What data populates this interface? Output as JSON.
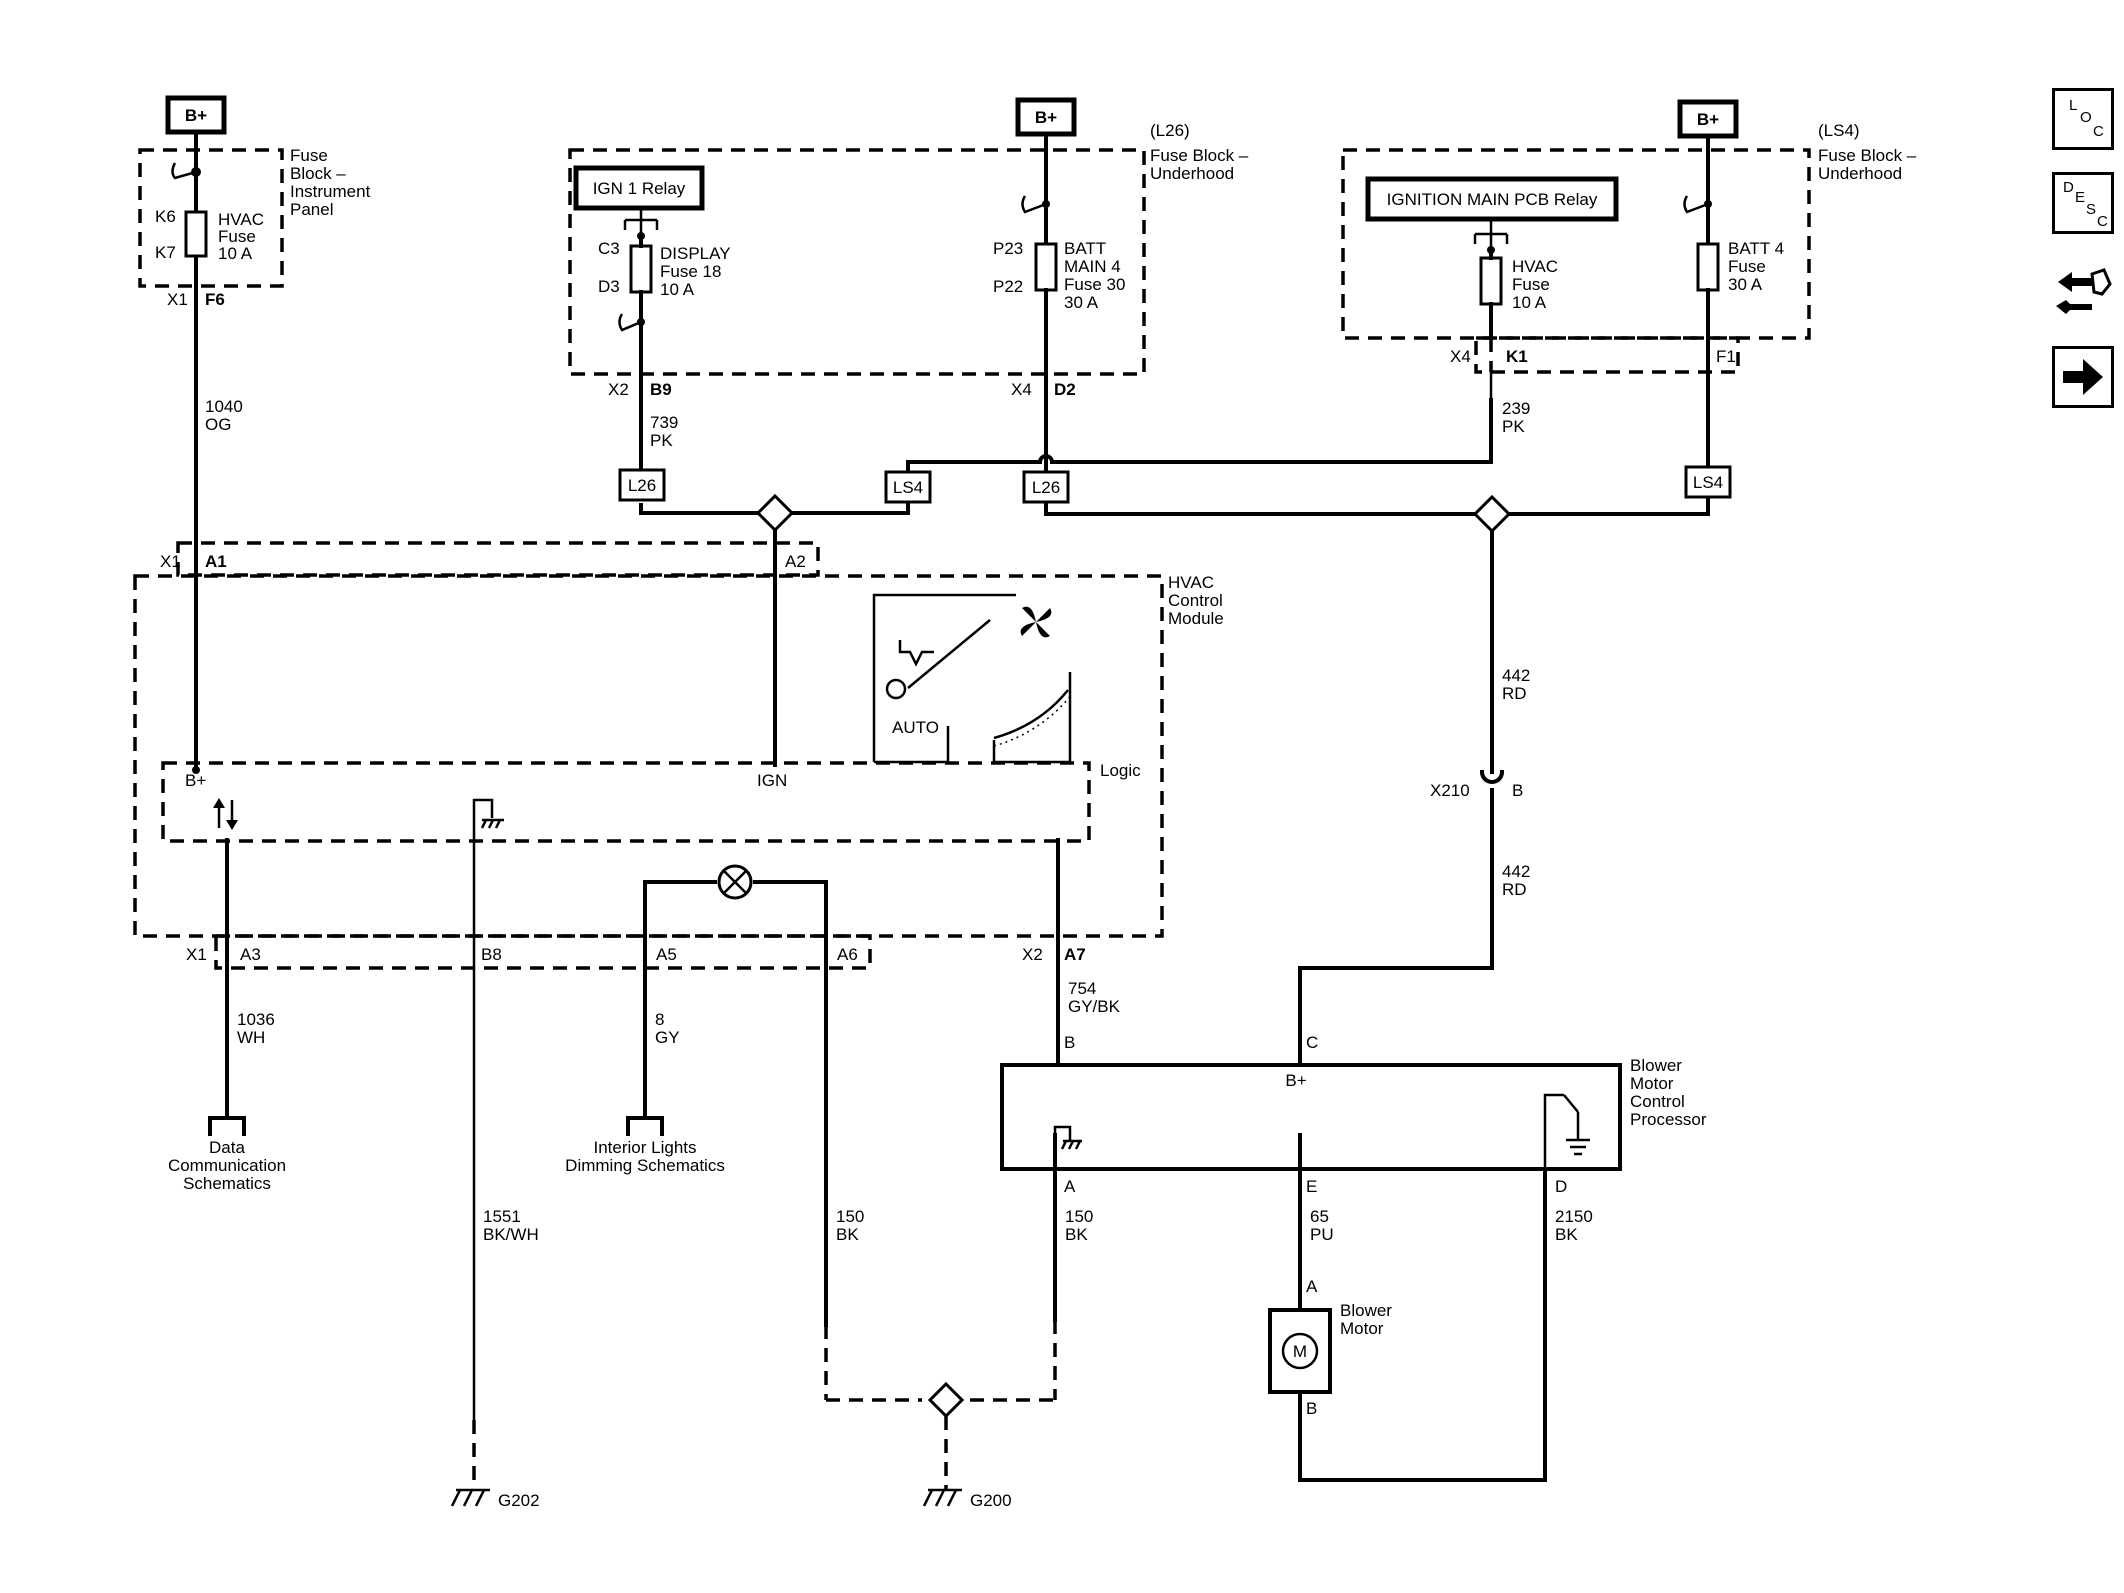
{
  "power": {
    "bplus": "B+"
  },
  "fuse_block_ip": {
    "title": [
      "Fuse",
      "Block –",
      "Instrument",
      "Panel"
    ],
    "pins": {
      "k6": "K6",
      "k7": "K7"
    },
    "fuse": [
      "HVAC",
      "Fuse",
      "10 A"
    ],
    "conn": {
      "x": "X1",
      "pin": "F6"
    }
  },
  "fuse_block_l26": {
    "option": "(L26)",
    "title": [
      "Fuse Block –",
      "Underhood"
    ],
    "relay": "IGN 1 Relay",
    "display_pins": {
      "c3": "C3",
      "d3": "D3"
    },
    "display_fuse": [
      "DISPLAY",
      "Fuse 18",
      "10 A"
    ],
    "batt_pins": {
      "p23": "P23",
      "p22": "P22"
    },
    "batt_fuse": [
      "BATT",
      "MAIN 4",
      "Fuse 30",
      "30 A"
    ],
    "conn_left": {
      "x": "X2",
      "pin": "B9"
    },
    "conn_right": {
      "x": "X4",
      "pin": "D2"
    }
  },
  "fuse_block_ls4": {
    "option": "(LS4)",
    "title": [
      "Fuse Block –",
      "Underhood"
    ],
    "relay": "IGNITION MAIN PCB Relay",
    "hvac_fuse": [
      "HVAC",
      "Fuse",
      "10 A"
    ],
    "batt_fuse": [
      "BATT 4",
      "Fuse",
      "30 A"
    ],
    "conn_left": {
      "x": "X4",
      "pin": "K1"
    },
    "conn_right": {
      "pin": "F1"
    }
  },
  "wires": {
    "w1040": [
      "1040",
      "OG"
    ],
    "w739": [
      "739",
      "PK"
    ],
    "w239": [
      "239",
      "PK"
    ],
    "w442a": [
      "442",
      "RD"
    ],
    "w442b": [
      "442",
      "RD"
    ],
    "w1036": [
      "1036",
      "WH"
    ],
    "w8": [
      "8",
      "GY"
    ],
    "w754": [
      "754",
      "GY/BK"
    ],
    "w1551": [
      "1551",
      "BK/WH"
    ],
    "w150a": [
      "150",
      "BK"
    ],
    "w150b": [
      "150",
      "BK"
    ],
    "w65": [
      "65",
      "PU"
    ],
    "w2150": [
      "2150",
      "BK"
    ]
  },
  "options": {
    "l26a": "L26",
    "ls4a": "LS4",
    "l26b": "L26",
    "ls4b": "LS4"
  },
  "hvac_module": {
    "title": [
      "HVAC",
      "Control",
      "Module"
    ],
    "conn_top": {
      "x": "X1",
      "a1": "A1",
      "a2": "A2"
    },
    "logic": "Logic",
    "bplus": "B+",
    "ign": "IGN",
    "auto": "AUTO",
    "conn_bottom": {
      "x1": "X1",
      "a3": "A3",
      "b8": "B8",
      "a5": "A5",
      "a6": "A6",
      "x2": "X2",
      "a7": "A7"
    }
  },
  "x210": {
    "x": "X210",
    "pin": "B"
  },
  "blower_processor": {
    "title": [
      "Blower",
      "Motor",
      "Control",
      "Processor"
    ],
    "bplus": "B+",
    "pins": {
      "b": "B",
      "c": "C",
      "a": "A",
      "e": "E",
      "d": "D"
    }
  },
  "blower_motor": {
    "title": [
      "Blower",
      "Motor"
    ],
    "symbol": "M",
    "pin_a": "A",
    "pin_b": "B"
  },
  "refs": {
    "data_comm": [
      "Data",
      "Communication",
      "Schematics"
    ],
    "interior": [
      "Interior Lights",
      "Dimming Schematics"
    ]
  },
  "grounds": {
    "g202": "G202",
    "g200": "G200"
  },
  "nav": {
    "loc": {
      "l": "L",
      "o": "O",
      "c": "C"
    },
    "desc": {
      "d": "D",
      "e": "E",
      "s": "S",
      "c": "C"
    },
    "icons": [
      "loc-icon",
      "desc-icon",
      "connector-wrench-icon",
      "next-arrow-icon"
    ]
  }
}
